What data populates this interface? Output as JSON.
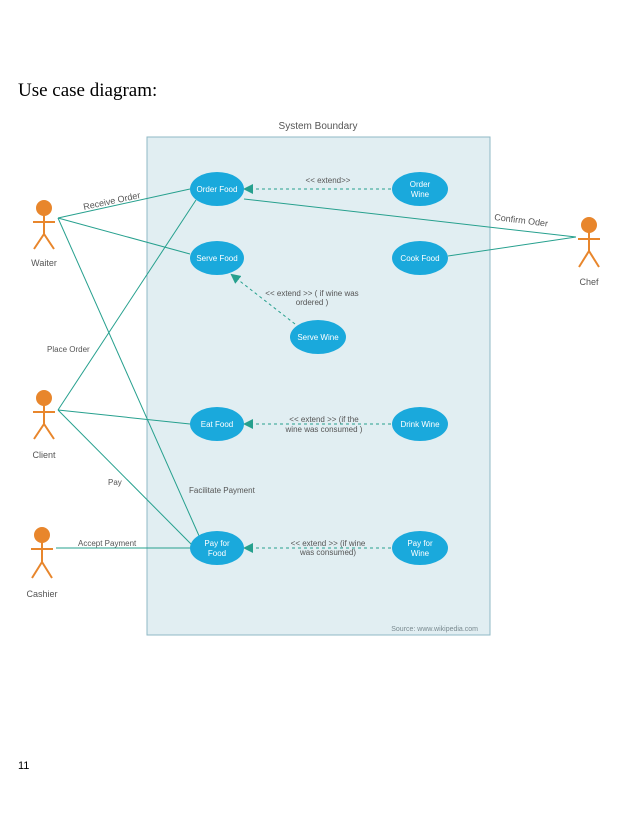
{
  "heading": "Use case diagram:",
  "page_number": "11",
  "colors": {
    "boundary_fill": "#e1eef2",
    "boundary_stroke": "#8fb8c6",
    "usecase_fill": "#1aa9dc",
    "actor": "#e8862c",
    "line": "#26a08e",
    "text": "#555555"
  },
  "diagram": {
    "boundary_label": "System Boundary",
    "source": "Source: www.wikipedia.com",
    "actors": {
      "waiter": "Waiter",
      "client": "Client",
      "cashier": "Cashier",
      "chef": "Chef"
    },
    "use_cases": {
      "order_food": [
        "Order Food"
      ],
      "order_wine": [
        "Order",
        "Wine"
      ],
      "serve_food": [
        "Serve Food"
      ],
      "cook_food": [
        "Cook Food"
      ],
      "serve_wine": [
        "Serve Wine"
      ],
      "eat_food": [
        "Eat Food"
      ],
      "drink_wine": [
        "Drink Wine"
      ],
      "pay_food": [
        "Pay for",
        "Food"
      ],
      "pay_wine": [
        "Pay for",
        "Wine"
      ]
    },
    "labels": {
      "receive_order": "Receive Order",
      "confirm_order": "Confirm Oder",
      "place_order": "Place Order",
      "pay": "Pay",
      "facilitate_payment": "Facilitate Payment",
      "accept_payment": "Accept Payment",
      "extend_order_wine": "<< extend>>",
      "extend_serve_wine": [
        "<< extend >> ( if wine was",
        "ordered )"
      ],
      "extend_drink_wine": [
        "<< extend >> (if the",
        "wine was consumed )"
      ],
      "extend_pay_wine": [
        "<< extend >> (if wine",
        "was consumed)"
      ]
    }
  }
}
